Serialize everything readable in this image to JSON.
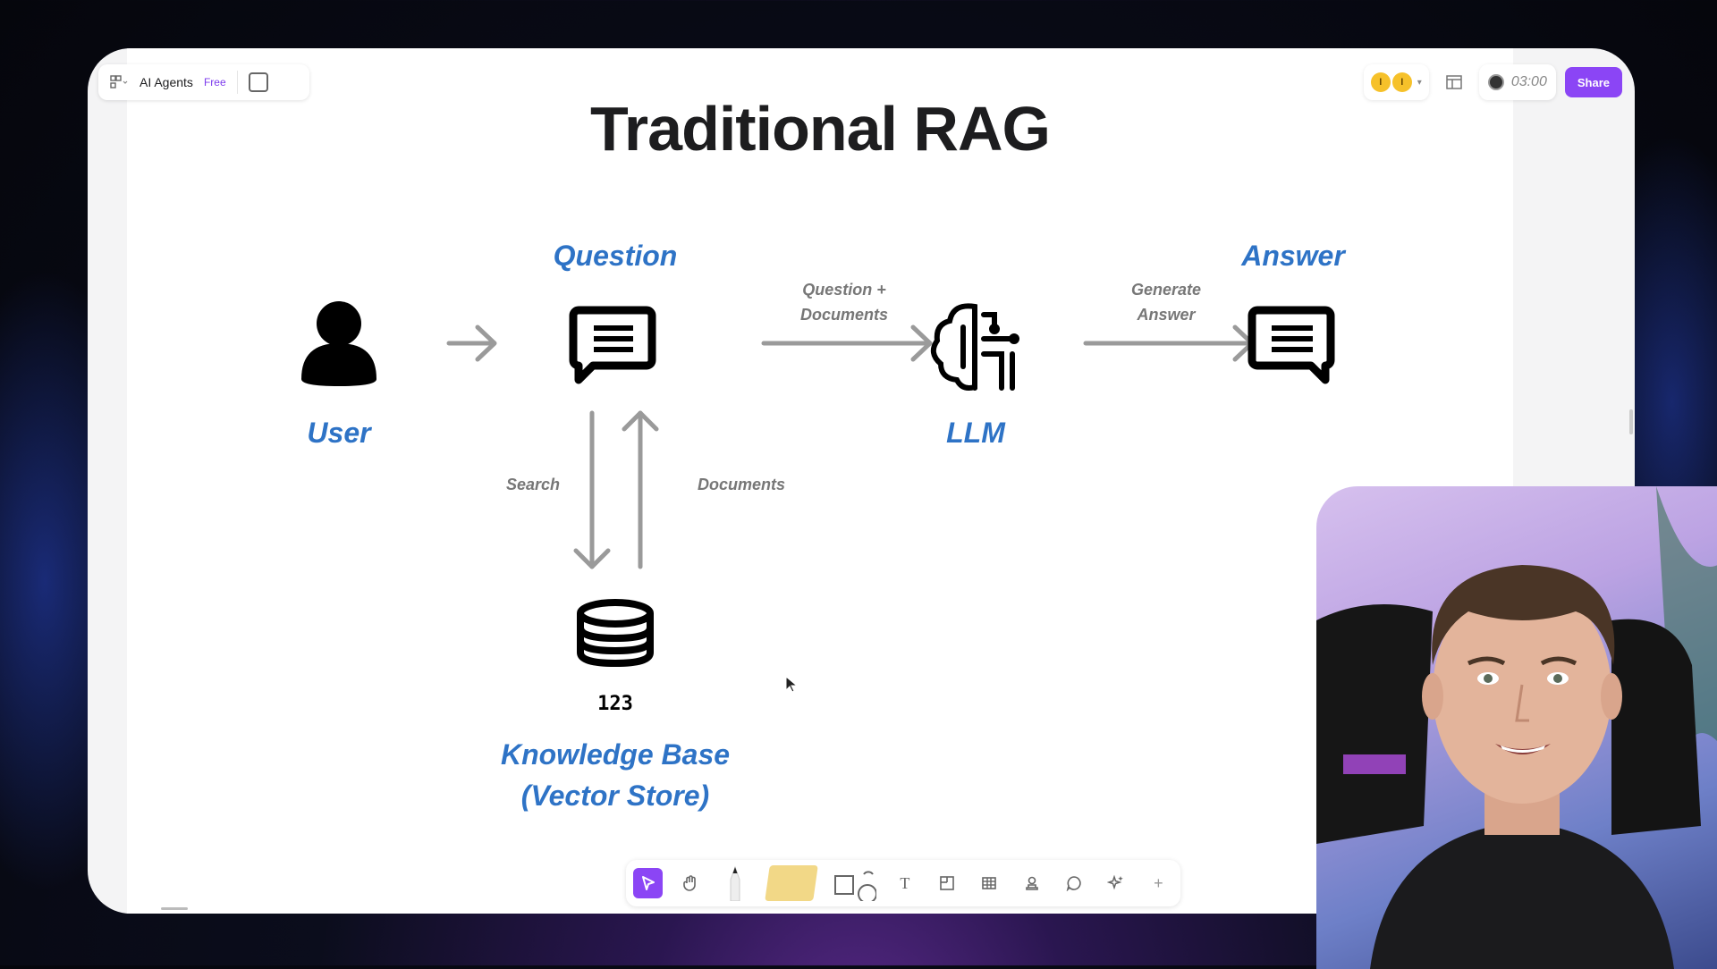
{
  "app": {
    "name": "AI Agents",
    "plan": "Free"
  },
  "toolbar_right": {
    "avatar_labels": [
      "I",
      "I"
    ],
    "timer": "03:00",
    "share_label": "Share"
  },
  "diagram": {
    "title": "Traditional RAG",
    "nodes": {
      "user": "User",
      "question": "Question",
      "llm": "LLM",
      "answer": "Answer",
      "kb_line1": "Knowledge Base",
      "kb_line2": "(Vector Store)",
      "db_numbers": "123"
    },
    "edges": {
      "q_to_llm_line1": "Question +",
      "q_to_llm_line2": "Documents",
      "llm_to_answer_line1": "Generate",
      "llm_to_answer_line2": "Answer",
      "search": "Search",
      "documents": "Documents"
    }
  },
  "bottom_toolbar": {
    "tools": [
      "select-tool",
      "hand-tool",
      "pen-tool",
      "sticky-note-tool",
      "shape-tool",
      "text-tool",
      "frame-tool",
      "table-tool",
      "stamp-tool",
      "comment-tool",
      "ai-tool",
      "more-tool"
    ],
    "text_tool_glyph": "T",
    "more_glyph": "+"
  },
  "colors": {
    "accent": "#8b45f5",
    "label_blue": "#2e73c6",
    "arrow_grey": "#9a9a9a"
  }
}
